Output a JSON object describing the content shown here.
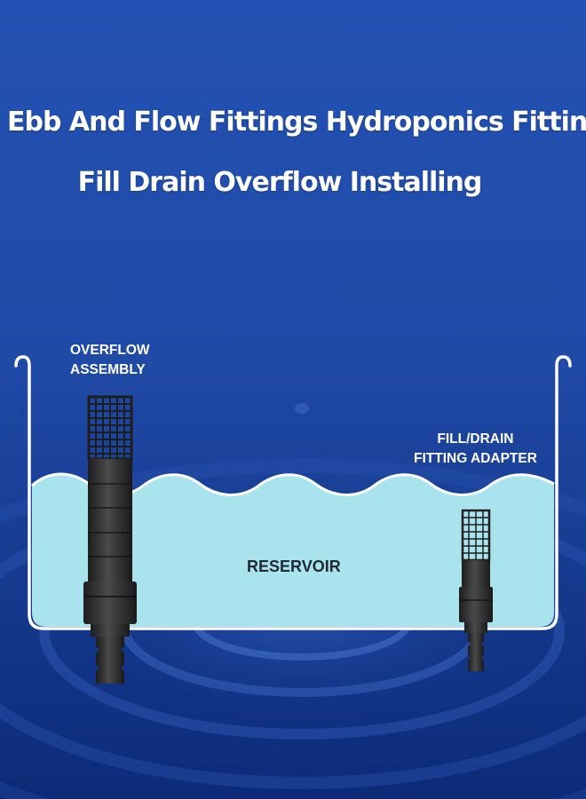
{
  "title": {
    "line1": "Ebb And Flow Fittings Hydroponics Fitting Kit",
    "line2": "Fill Drain Overflow Installing"
  },
  "labels": {
    "overflow_line1": "OVERFLOW",
    "overflow_line2": "ASSEMBLY",
    "fill_line1": "FILL/DRAIN",
    "fill_line2": "FITTING ADAPTER",
    "reservoir": "RESERVOIR"
  },
  "colors": {
    "background_top": "#1e4aa8",
    "background_bottom": "#0f2c7a",
    "water": "#a9e3ee",
    "tank_outline": "#ffffff",
    "fitting": "#2b2b2b",
    "label_text": "#ffffff",
    "reservoir_text": "#222a33"
  }
}
